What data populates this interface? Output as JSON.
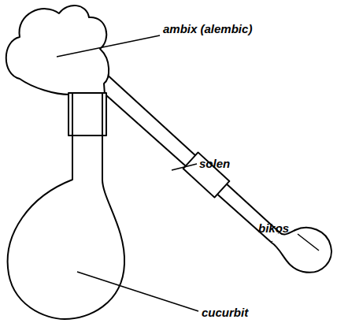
{
  "diagram": {
    "labels": [
      "ambix (alembic)",
      "solen",
      "bikos",
      "cucurbit"
    ]
  }
}
